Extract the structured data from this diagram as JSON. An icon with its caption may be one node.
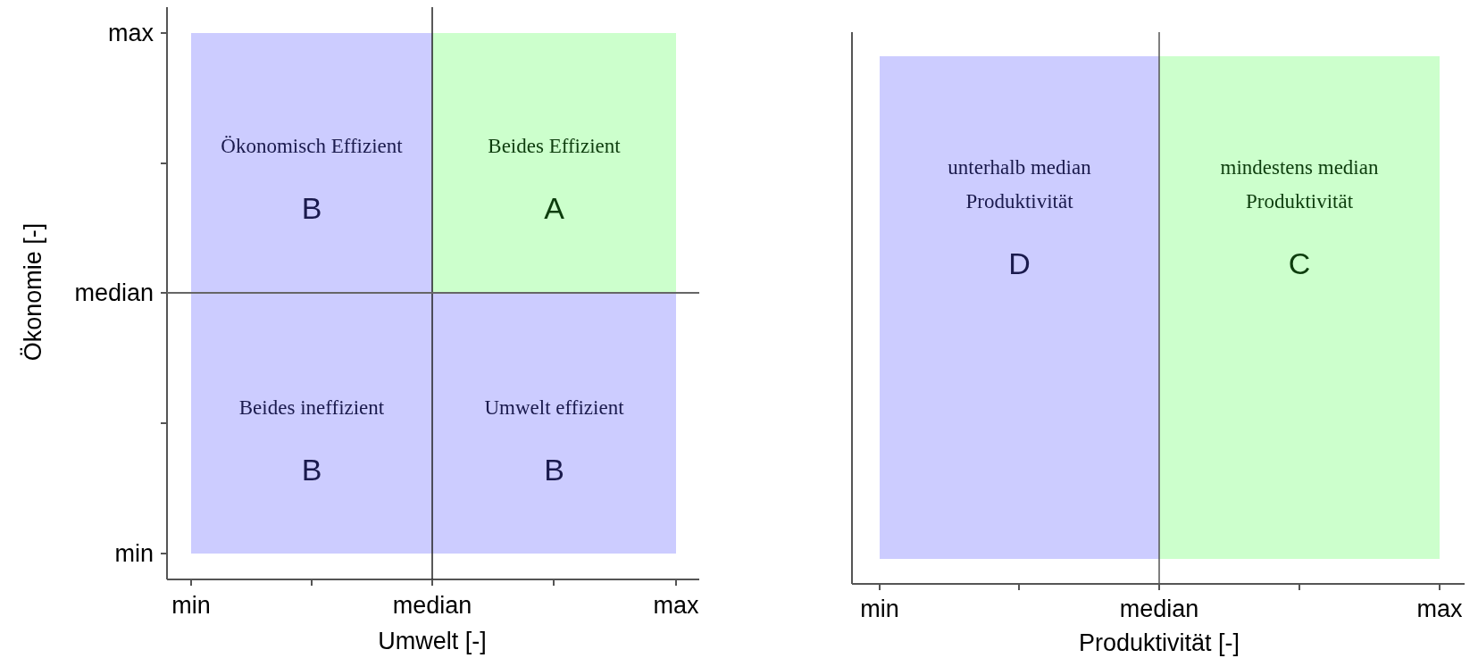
{
  "diagram": {
    "nodes": [
      {
        "text": [
          "Ökonomisch Effizient",
          "B"
        ]
      },
      {
        "text": [
          "Beides Effizient",
          "A"
        ]
      },
      {
        "text": [
          "Beides ineffizient",
          "B"
        ]
      },
      {
        "text": [
          "Umwelt effizient",
          "B"
        ]
      },
      {
        "text": [
          "unterhalb median Produktivität",
          "D"
        ]
      },
      {
        "text": [
          "mindestens median Produktivität",
          "C"
        ]
      }
    ],
    "edges": [],
    "labels": [
      "max",
      "median",
      "min",
      "min",
      "median",
      "max",
      "Umwelt [-]",
      "Ökonomie [-]",
      "min",
      "median",
      "max",
      "Produktivität [-]"
    ]
  }
}
